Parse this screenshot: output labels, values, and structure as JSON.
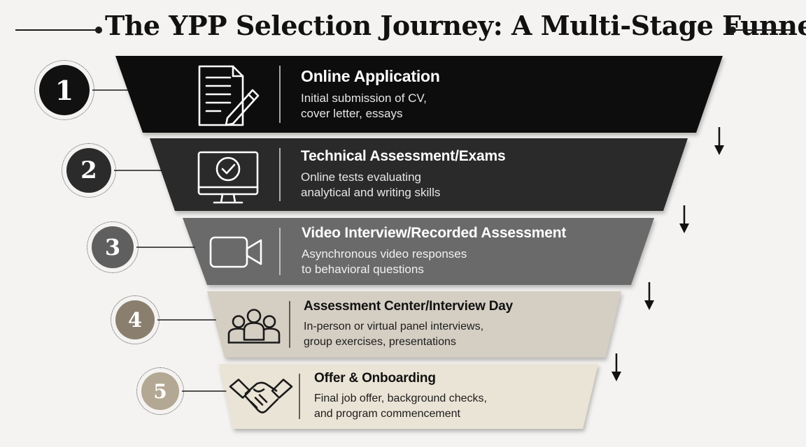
{
  "title": "The YPP Selection Journey: A Multi-Stage Funnel",
  "stages": [
    {
      "number": "1",
      "title": "Online Application",
      "desc_line1": "Initial submission of CV,",
      "desc_line2": "cover letter, essays",
      "icon": "document-pen-icon",
      "fill": "#111111",
      "text_color": "#ffffff"
    },
    {
      "number": "2",
      "title": "Technical Assessment/Exams",
      "desc_line1": "Online tests evaluating",
      "desc_line2": "analytical and writing skills",
      "icon": "monitor-check-icon",
      "fill": "#2b2b2b",
      "text_color": "#ffffff"
    },
    {
      "number": "3",
      "title": "Video Interview/Recorded Assessment",
      "desc_line1": "Asynchronous video responses",
      "desc_line2": "to behavioral questions",
      "icon": "video-camera-icon",
      "fill": "#6b6b6b",
      "text_color": "#ffffff"
    },
    {
      "number": "4",
      "title": "Assessment Center/Interview Day",
      "desc_line1": "In-person or virtual panel interviews,",
      "desc_line2": "group exercises, presentations",
      "icon": "group-people-icon",
      "fill": "#d4cec3",
      "text_color": "#111111"
    },
    {
      "number": "5",
      "title": "Offer & Onboarding",
      "desc_line1": "Final job offer, background checks,",
      "desc_line2": "and program commencement",
      "icon": "handshake-icon",
      "fill": "#eae4d6",
      "text_color": "#111111"
    }
  ]
}
